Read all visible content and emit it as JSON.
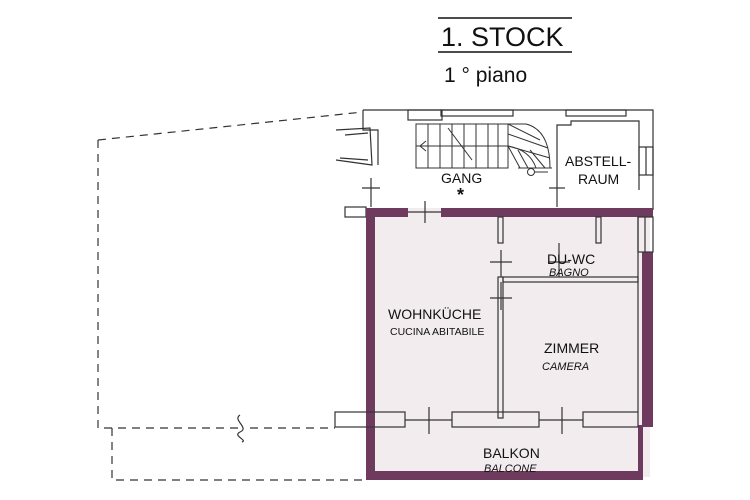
{
  "title": "1. STOCK",
  "subtitle": "1 ° piano",
  "colors": {
    "wall": "#6e3b5e",
    "fill": "#f2ecef",
    "line": "#333333"
  },
  "rooms": {
    "gang": "GANG",
    "gang_mark": "*",
    "abstellraum_line1": "ABSTELL-",
    "abstellraum_line2": "RAUM",
    "duwc": "DU-WC",
    "duwc_sub": "BAGNO",
    "wohnkueche": "WOHNKÜCHE",
    "wohnkueche_sub": "CUCINA ABITABILE",
    "zimmer": "ZIMMER",
    "zimmer_sub": "CAMERA",
    "balkon": "BALKON",
    "balkon_sub": "BALCONE"
  }
}
